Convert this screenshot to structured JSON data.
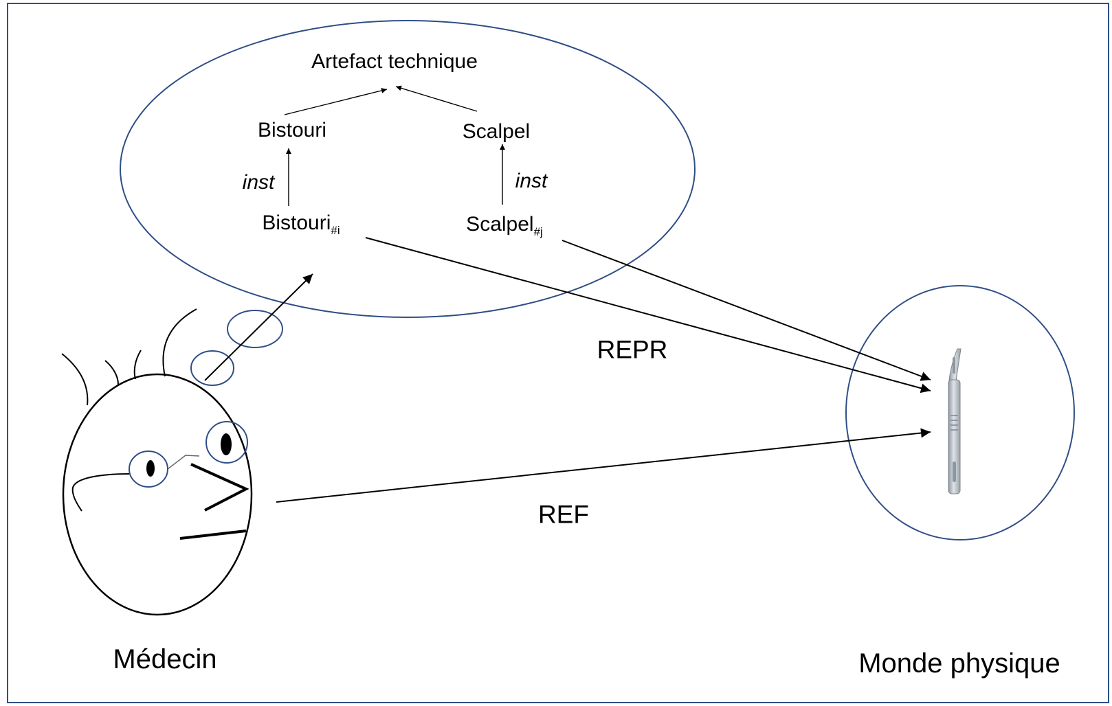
{
  "thought": {
    "root": "Artefact technique",
    "class_left": "Bistouri",
    "class_right": "Scalpel",
    "inst_left": "inst",
    "inst_right": "inst",
    "instance_left": {
      "base": "Bistouri",
      "sub": "#i"
    },
    "instance_right": {
      "base": "Scalpel",
      "sub": "#j"
    }
  },
  "relations": {
    "repr": "REPR",
    "ref": "REF"
  },
  "agents": {
    "medecin": "Médecin",
    "monde": "Monde physique"
  },
  "colors": {
    "ellipse_stroke": "#2f4e86",
    "frame_stroke": "#2f4e86",
    "arrow": "#000000",
    "scalpel_metal": "#b9c0c8"
  },
  "icons": {
    "scalpel": "scalpel-icon",
    "face": "doctor-face-icon"
  }
}
